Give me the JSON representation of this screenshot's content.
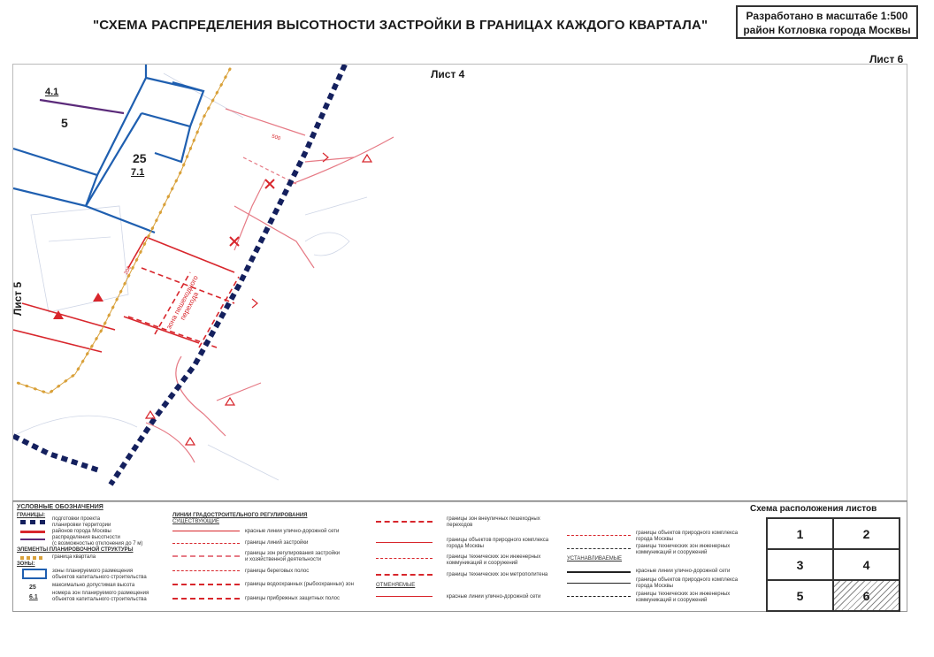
{
  "title": "\"СХЕМА РАСПРЕДЕЛЕНИЯ ВЫСОТНОСТИ ЗАСТРОЙКИ В ГРАНИЦАХ КАЖДОГО КВАРТАЛА\"",
  "stamp": {
    "line1": "Разработано в масштабе 1:500",
    "line2": "район Котловка города Москвы"
  },
  "sheet_number": "Лист 6",
  "map": {
    "sheet_top": "Лист 4",
    "sheet_left": "Лист 5",
    "zone_a": "4.1",
    "zone_b": "5",
    "zone_c": "25",
    "zone_d": "7.1",
    "road_label": "зона пешеходного перехода",
    "dim1": "500",
    "dim2": "200"
  },
  "legend": {
    "heading": "УСЛОВНЫЕ ОБОЗНАЧЕНИЯ",
    "borders_heading": "ГРАНИЦЫ:",
    "b1": "подготовки проекта",
    "b2": "планировки территории",
    "b3": "районов города Москвы",
    "b4": "распределения высотности",
    "b5": "(с возможностью отклонения до 7 м)",
    "elements_heading": "ЭЛЕМЕНТЫ ПЛАНИРОВОЧНОЙ СТРУКТУРЫ",
    "e1": "граница квартала",
    "zones_heading": "ЗОНЫ:",
    "z1": "зоны планируемого размещения",
    "z2": "объектов капитального строительства",
    "z3": "максимально допустимая высота",
    "z4": "номера зон планируемого размещения",
    "z5": "объектов капитального строительства",
    "z_num1": "25",
    "z_num2": "6.1",
    "lines_heading": "ЛИНИИ ГРАДОСТРОИТЕЛЬНОГО РЕГУЛИРОВАНИЯ",
    "existing": "СУЩЕСТВУЮЩИЕ",
    "l1": "красные линии улично-дорожной сети",
    "l2": "границы линий застройки",
    "l3": "границы зон регулирования застройки",
    "l3b": "и хозяйственной деятельности",
    "l4": "границы береговых полос",
    "l5": "границы водоохранных (рыбоохранных) зон",
    "l6": "границы прибрежных защитных полос",
    "m1": "границы зон внеуличных пешеходных",
    "m1b": "переходов",
    "m2": "границы объектов природного комплекса",
    "m2b": "города Москвы",
    "m3": "границы технических зон инженерных",
    "m3b": "коммуникаций и сооружений",
    "m4": "границы технических зон метрополитена",
    "cancelled": "ОТМЕНЯЕМЫЕ",
    "m5": "красные линии улично-дорожной сети",
    "r1": "границы объектов природного комплекса",
    "r1b": "города Москвы",
    "r2": "границы технических зон инженерных",
    "r2b": "коммуникаций и сооружений",
    "established": "УСТАНАВЛИВАЕМЫЕ",
    "r3": "красные линии улично-дорожной сети",
    "r4": "границы объектов природного комплекса",
    "r4b": "города Москвы",
    "r5": "границы технических зон инженерных",
    "r5b": "коммуникаций и сооружений"
  },
  "scheme": {
    "title": "Схема расположения листов",
    "cells": [
      "1",
      "2",
      "3",
      "4",
      "5",
      "6"
    ]
  },
  "colors": {
    "red": "#d8262c",
    "blue": "#1f5fb0",
    "navy": "#14205e",
    "orange": "#d9a13a",
    "pink": "#e67a85"
  }
}
